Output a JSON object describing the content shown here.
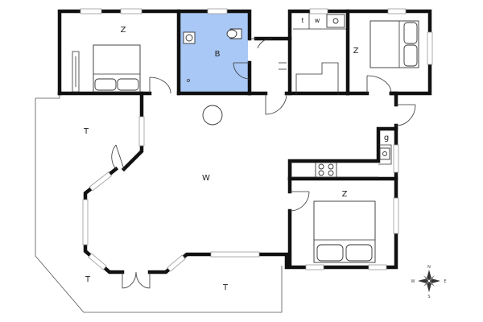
{
  "floorplan": {
    "rooms": [
      {
        "key": "bedroom_nw",
        "label": "Z"
      },
      {
        "key": "bathroom",
        "label": "B"
      },
      {
        "key": "utility_t",
        "label": "t"
      },
      {
        "key": "utility_w",
        "label": "w"
      },
      {
        "key": "bedroom_ne",
        "label": "Z"
      },
      {
        "key": "terrace_w",
        "label": "T"
      },
      {
        "key": "living",
        "label": "W"
      },
      {
        "key": "storage_g",
        "label": "g"
      },
      {
        "key": "bedroom_se",
        "label": "Z"
      },
      {
        "key": "terrace_sw",
        "label": "T"
      },
      {
        "key": "terrace_s",
        "label": "T"
      }
    ],
    "bathroom_fill": "#a9c8f5",
    "compass": {
      "n": "N",
      "s": "S",
      "e": "E",
      "w": "W"
    }
  }
}
